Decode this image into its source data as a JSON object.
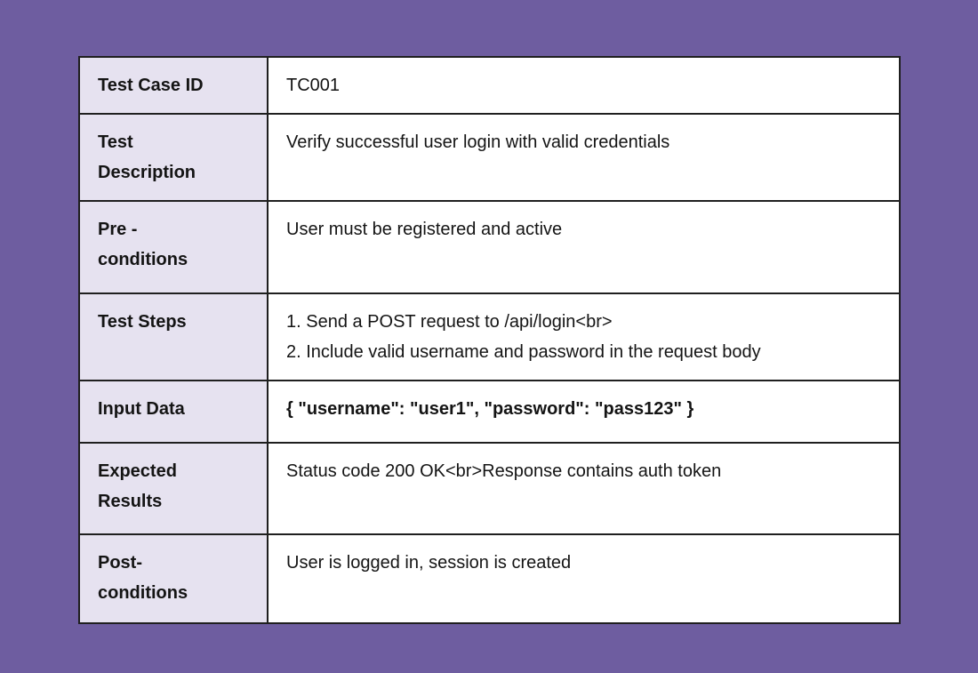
{
  "colors": {
    "page_background": "#6e5da0",
    "label_column_background": "#e6e2f0",
    "value_column_background": "#ffffff",
    "border": "#1f1f1f",
    "text": "#141414"
  },
  "table": {
    "rows": [
      {
        "label": "Test Case ID",
        "value": "TC001",
        "value_bold": false
      },
      {
        "label": "Test\nDescription",
        "value": "Verify successful user login with valid credentials",
        "value_bold": false
      },
      {
        "label": "Pre -\nconditions",
        "value": "User must be registered and active",
        "value_bold": false
      },
      {
        "label": "Test Steps",
        "value": "1. Send a POST request to /api/login<br>\n2. Include valid username and password in the request body",
        "value_bold": false
      },
      {
        "label": "Input Data",
        "value": "{ \"username\": \"user1\", \"password\": \"pass123\" }",
        "value_bold": true
      },
      {
        "label": "Expected\nResults",
        "value": "Status code 200 OK<br>Response contains auth token",
        "value_bold": false
      },
      {
        "label": "Post-\nconditions",
        "value": "User is logged in, session is created",
        "value_bold": false
      }
    ]
  }
}
